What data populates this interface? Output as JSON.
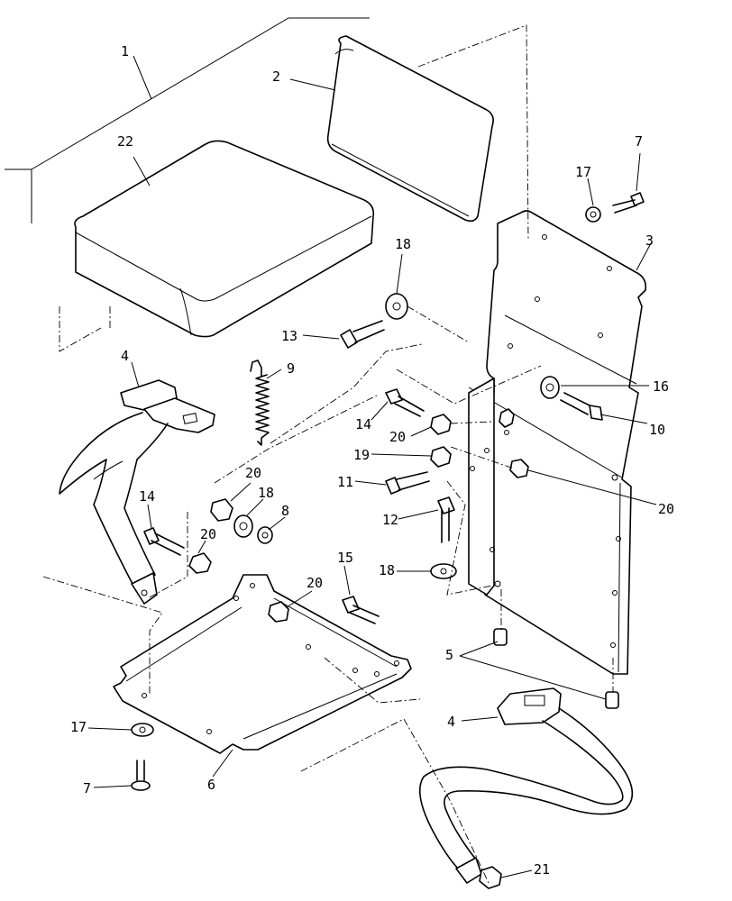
{
  "callouts": {
    "c1": "1",
    "c2": "2",
    "c22": "22",
    "c3": "3",
    "c4a": "4",
    "c4b": "4",
    "c5": "5",
    "c6": "6",
    "c7a": "7",
    "c7b": "7",
    "c8": "8",
    "c9": "9",
    "c10": "10",
    "c11": "11",
    "c12": "12",
    "c13": "13",
    "c14a": "14",
    "c14b": "14",
    "c15": "15",
    "c16": "16",
    "c17a": "17",
    "c17b": "17",
    "c18a": "18",
    "c18b": "18",
    "c18c": "18",
    "c19": "19",
    "c20a": "20",
    "c20b": "20",
    "c20c": "20",
    "c20d": "20",
    "c20e": "20",
    "c21": "21"
  }
}
